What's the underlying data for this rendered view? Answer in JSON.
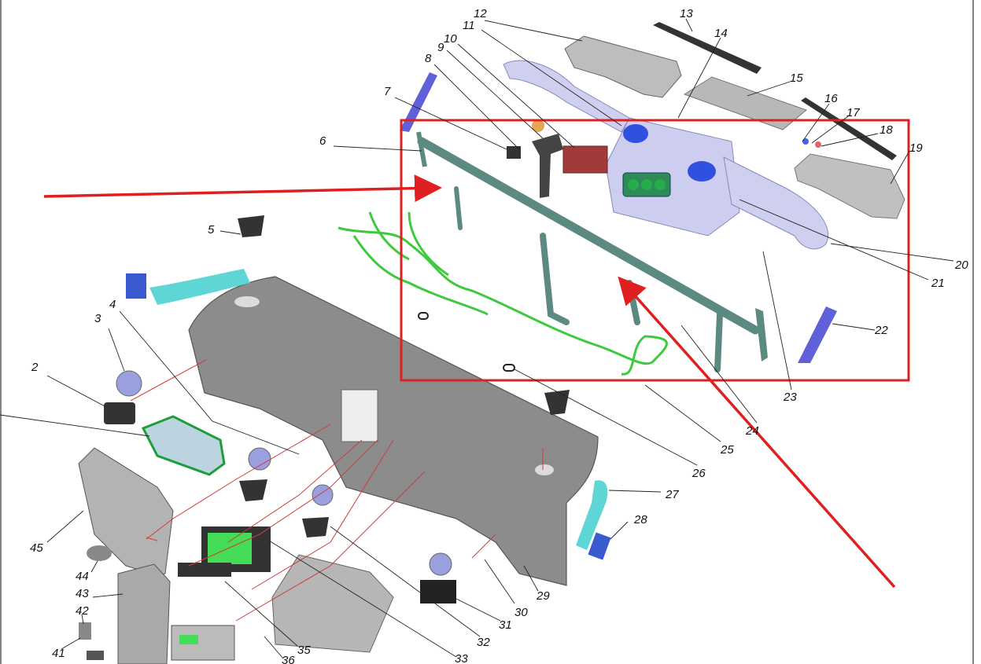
{
  "diagram": {
    "callouts": [
      {
        "id": "1",
        "text": ""
      },
      {
        "id": "2",
        "text": "2"
      },
      {
        "id": "3",
        "text": "3"
      },
      {
        "id": "4",
        "text": "4"
      },
      {
        "id": "5",
        "text": "5"
      },
      {
        "id": "6",
        "text": "6"
      },
      {
        "id": "7",
        "text": "7"
      },
      {
        "id": "8",
        "text": "8"
      },
      {
        "id": "9",
        "text": "9"
      },
      {
        "id": "10",
        "text": "10"
      },
      {
        "id": "11",
        "text": "11"
      },
      {
        "id": "12",
        "text": "12"
      },
      {
        "id": "13",
        "text": "13"
      },
      {
        "id": "14",
        "text": "14"
      },
      {
        "id": "15",
        "text": "15"
      },
      {
        "id": "16",
        "text": "16"
      },
      {
        "id": "17",
        "text": "17"
      },
      {
        "id": "18",
        "text": "18"
      },
      {
        "id": "19",
        "text": "19"
      },
      {
        "id": "20",
        "text": "20"
      },
      {
        "id": "21",
        "text": "21"
      },
      {
        "id": "22",
        "text": "22"
      },
      {
        "id": "23",
        "text": "23"
      },
      {
        "id": "24",
        "text": "24"
      },
      {
        "id": "25",
        "text": "25"
      },
      {
        "id": "26",
        "text": "26"
      },
      {
        "id": "27",
        "text": "27"
      },
      {
        "id": "28",
        "text": "28"
      },
      {
        "id": "29",
        "text": "29"
      },
      {
        "id": "30",
        "text": "30"
      },
      {
        "id": "31",
        "text": "31"
      },
      {
        "id": "32",
        "text": "32"
      },
      {
        "id": "33",
        "text": "33"
      },
      {
        "id": "35",
        "text": "35"
      },
      {
        "id": "36",
        "text": "36"
      },
      {
        "id": "41",
        "text": "41"
      },
      {
        "id": "42",
        "text": "42"
      },
      {
        "id": "43",
        "text": "43"
      },
      {
        "id": "44",
        "text": "44"
      },
      {
        "id": "45",
        "text": "45"
      }
    ],
    "colors": {
      "highlight": "#e02020",
      "frame": "#5d8a80",
      "harness": "#3ec93e",
      "duct": "#c9c9ee",
      "panel": "#8c8c8c",
      "vent": "#6d8fe0",
      "cyan_duct": "#5fd6d6"
    }
  }
}
